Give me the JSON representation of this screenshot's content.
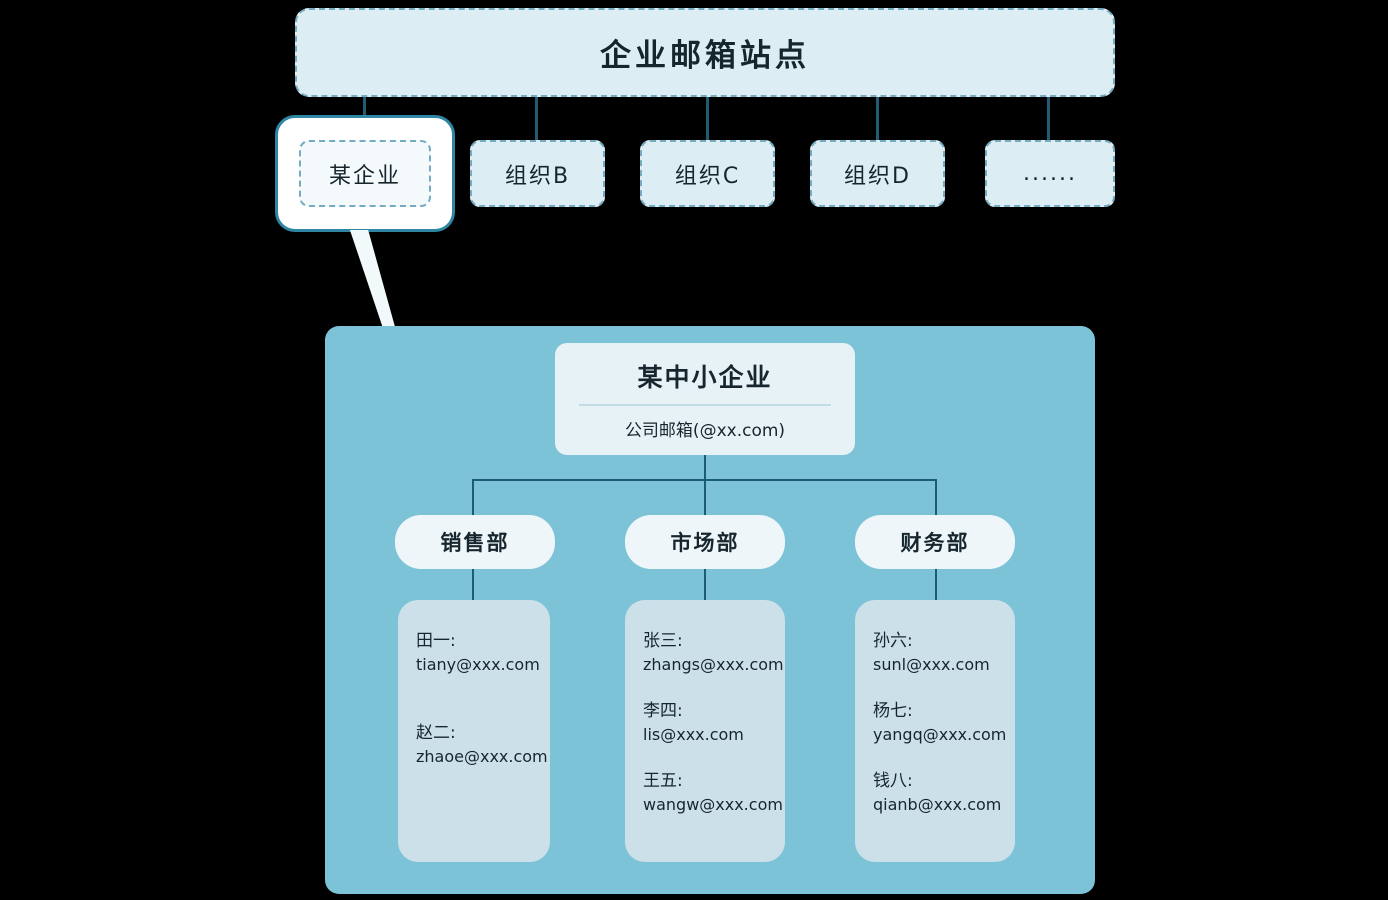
{
  "colors": {
    "background": "#000000",
    "node_fill": "#dcedf3",
    "node_border_dashed": "#74abc0",
    "highlight_fill": "#ffffff",
    "highlight_border": "#2f86a3",
    "panel_fill": "#7cc3d8",
    "company_fill": "#e7f2f7",
    "dept_fill": "#eef6f9",
    "member_fill": "#cce0e9",
    "connector": "#245b74",
    "text": "#17262e"
  },
  "root": {
    "label": "企业邮箱站点"
  },
  "org_nodes": [
    {
      "label": "某企业",
      "highlighted": true
    },
    {
      "label": "组织B",
      "highlighted": false
    },
    {
      "label": "组织C",
      "highlighted": false
    },
    {
      "label": "组织D",
      "highlighted": false
    },
    {
      "label": "......",
      "highlighted": false
    }
  ],
  "detail": {
    "company": {
      "title": "某中小企业",
      "subtitle": "公司邮箱(@xx.com)"
    },
    "departments": [
      {
        "name": "销售部",
        "members": [
          {
            "name": "田一:",
            "email": "tiany@xxx.com"
          },
          {
            "name": "赵二:",
            "email": "zhaoe@xxx.com"
          }
        ]
      },
      {
        "name": "市场部",
        "members": [
          {
            "name": "张三:",
            "email": "zhangs@xxx.com"
          },
          {
            "name": "李四:",
            "email": "lis@xxx.com"
          },
          {
            "name": "王五:",
            "email": "wangw@xxx.com"
          }
        ]
      },
      {
        "name": "财务部",
        "members": [
          {
            "name": "孙六:",
            "email": "sunl@xxx.com"
          },
          {
            "name": "杨七:",
            "email": "yangq@xxx.com"
          },
          {
            "name": "钱八:",
            "email": "qianb@xxx.com"
          }
        ]
      }
    ]
  }
}
